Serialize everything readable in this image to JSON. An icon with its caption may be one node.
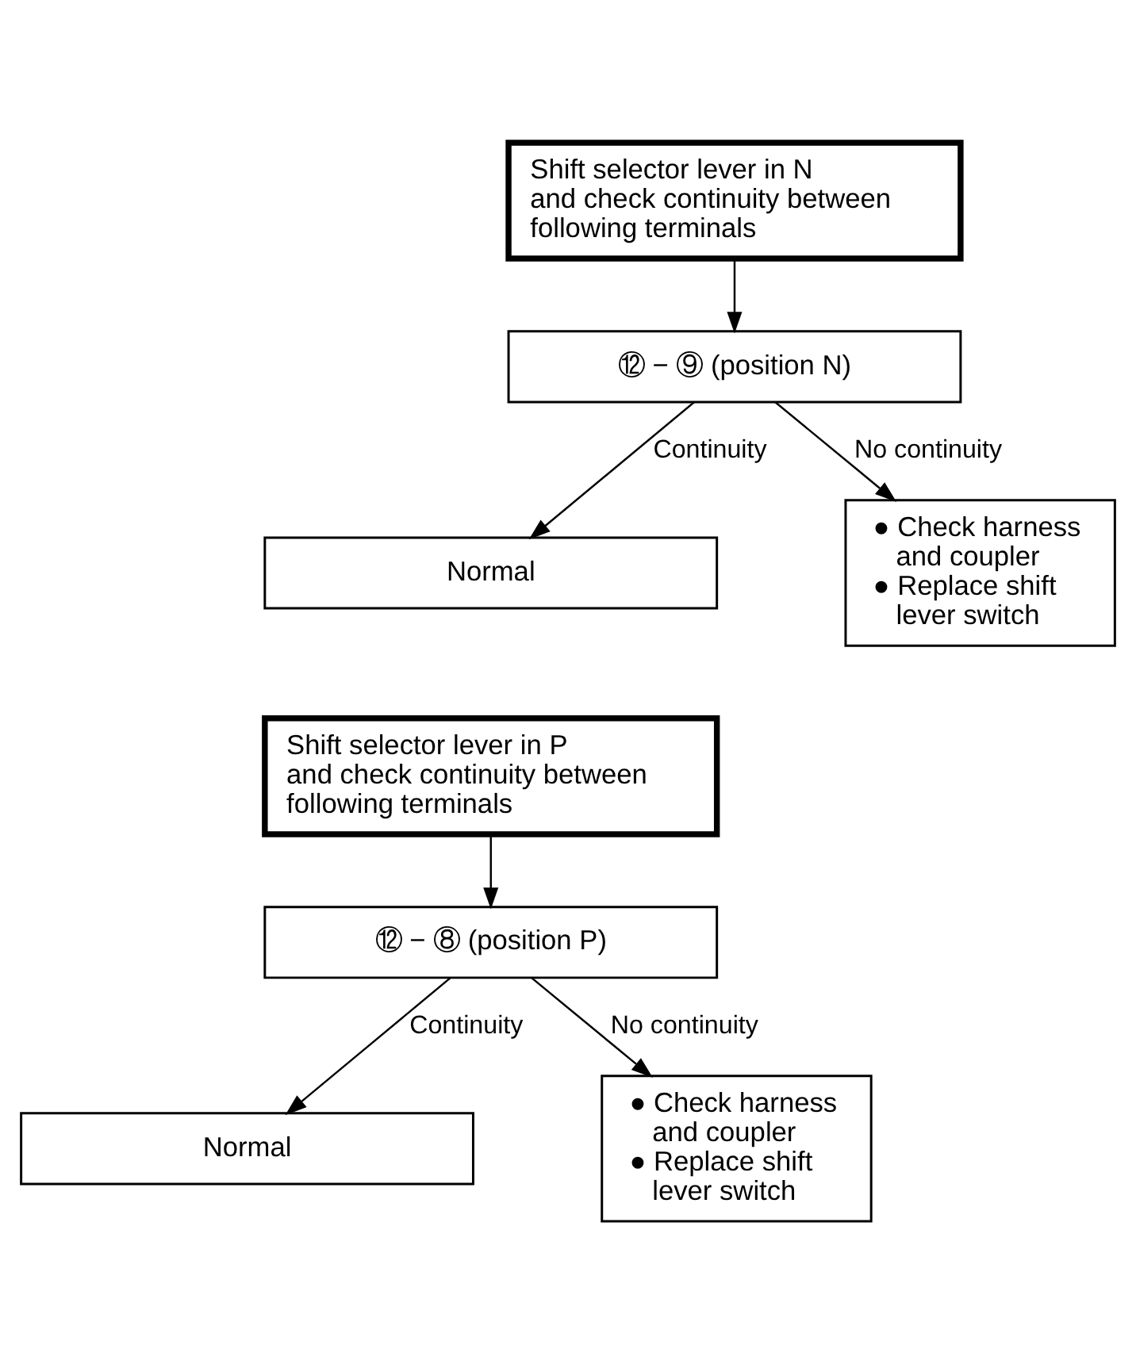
{
  "diagram": {
    "nodes": [
      {
        "text": [
          "Shift selector lever in N and check continuity between following terminals"
        ]
      },
      {
        "text": [
          "⑫ − ⑨ (position N)"
        ]
      },
      {
        "text": [
          "Normal"
        ]
      },
      {
        "text": [
          "● Check harness and coupler",
          "● Replace shift lever switch"
        ]
      },
      {
        "text": [
          "Shift selector lever in P and check continuity between following terminals"
        ]
      },
      {
        "text": [
          "⑫ − ⑧ (position P)"
        ]
      },
      {
        "text": [
          "Normal"
        ]
      },
      {
        "text": [
          "● Check harness and coupler",
          "● Replace shift lever switch"
        ]
      }
    ],
    "edges": [
      {
        "from": 0,
        "to": 1,
        "arrow": "to"
      },
      {
        "from": 1,
        "to": 2,
        "arrow": "to",
        "label": "Continuity"
      },
      {
        "from": 1,
        "to": 3,
        "arrow": "to",
        "label": "No continuity"
      },
      {
        "from": 4,
        "to": 5,
        "arrow": "to"
      },
      {
        "from": 5,
        "to": 6,
        "arrow": "to",
        "label": "Continuity"
      },
      {
        "from": 5,
        "to": 7,
        "arrow": "to",
        "label": "No continuity"
      }
    ]
  }
}
